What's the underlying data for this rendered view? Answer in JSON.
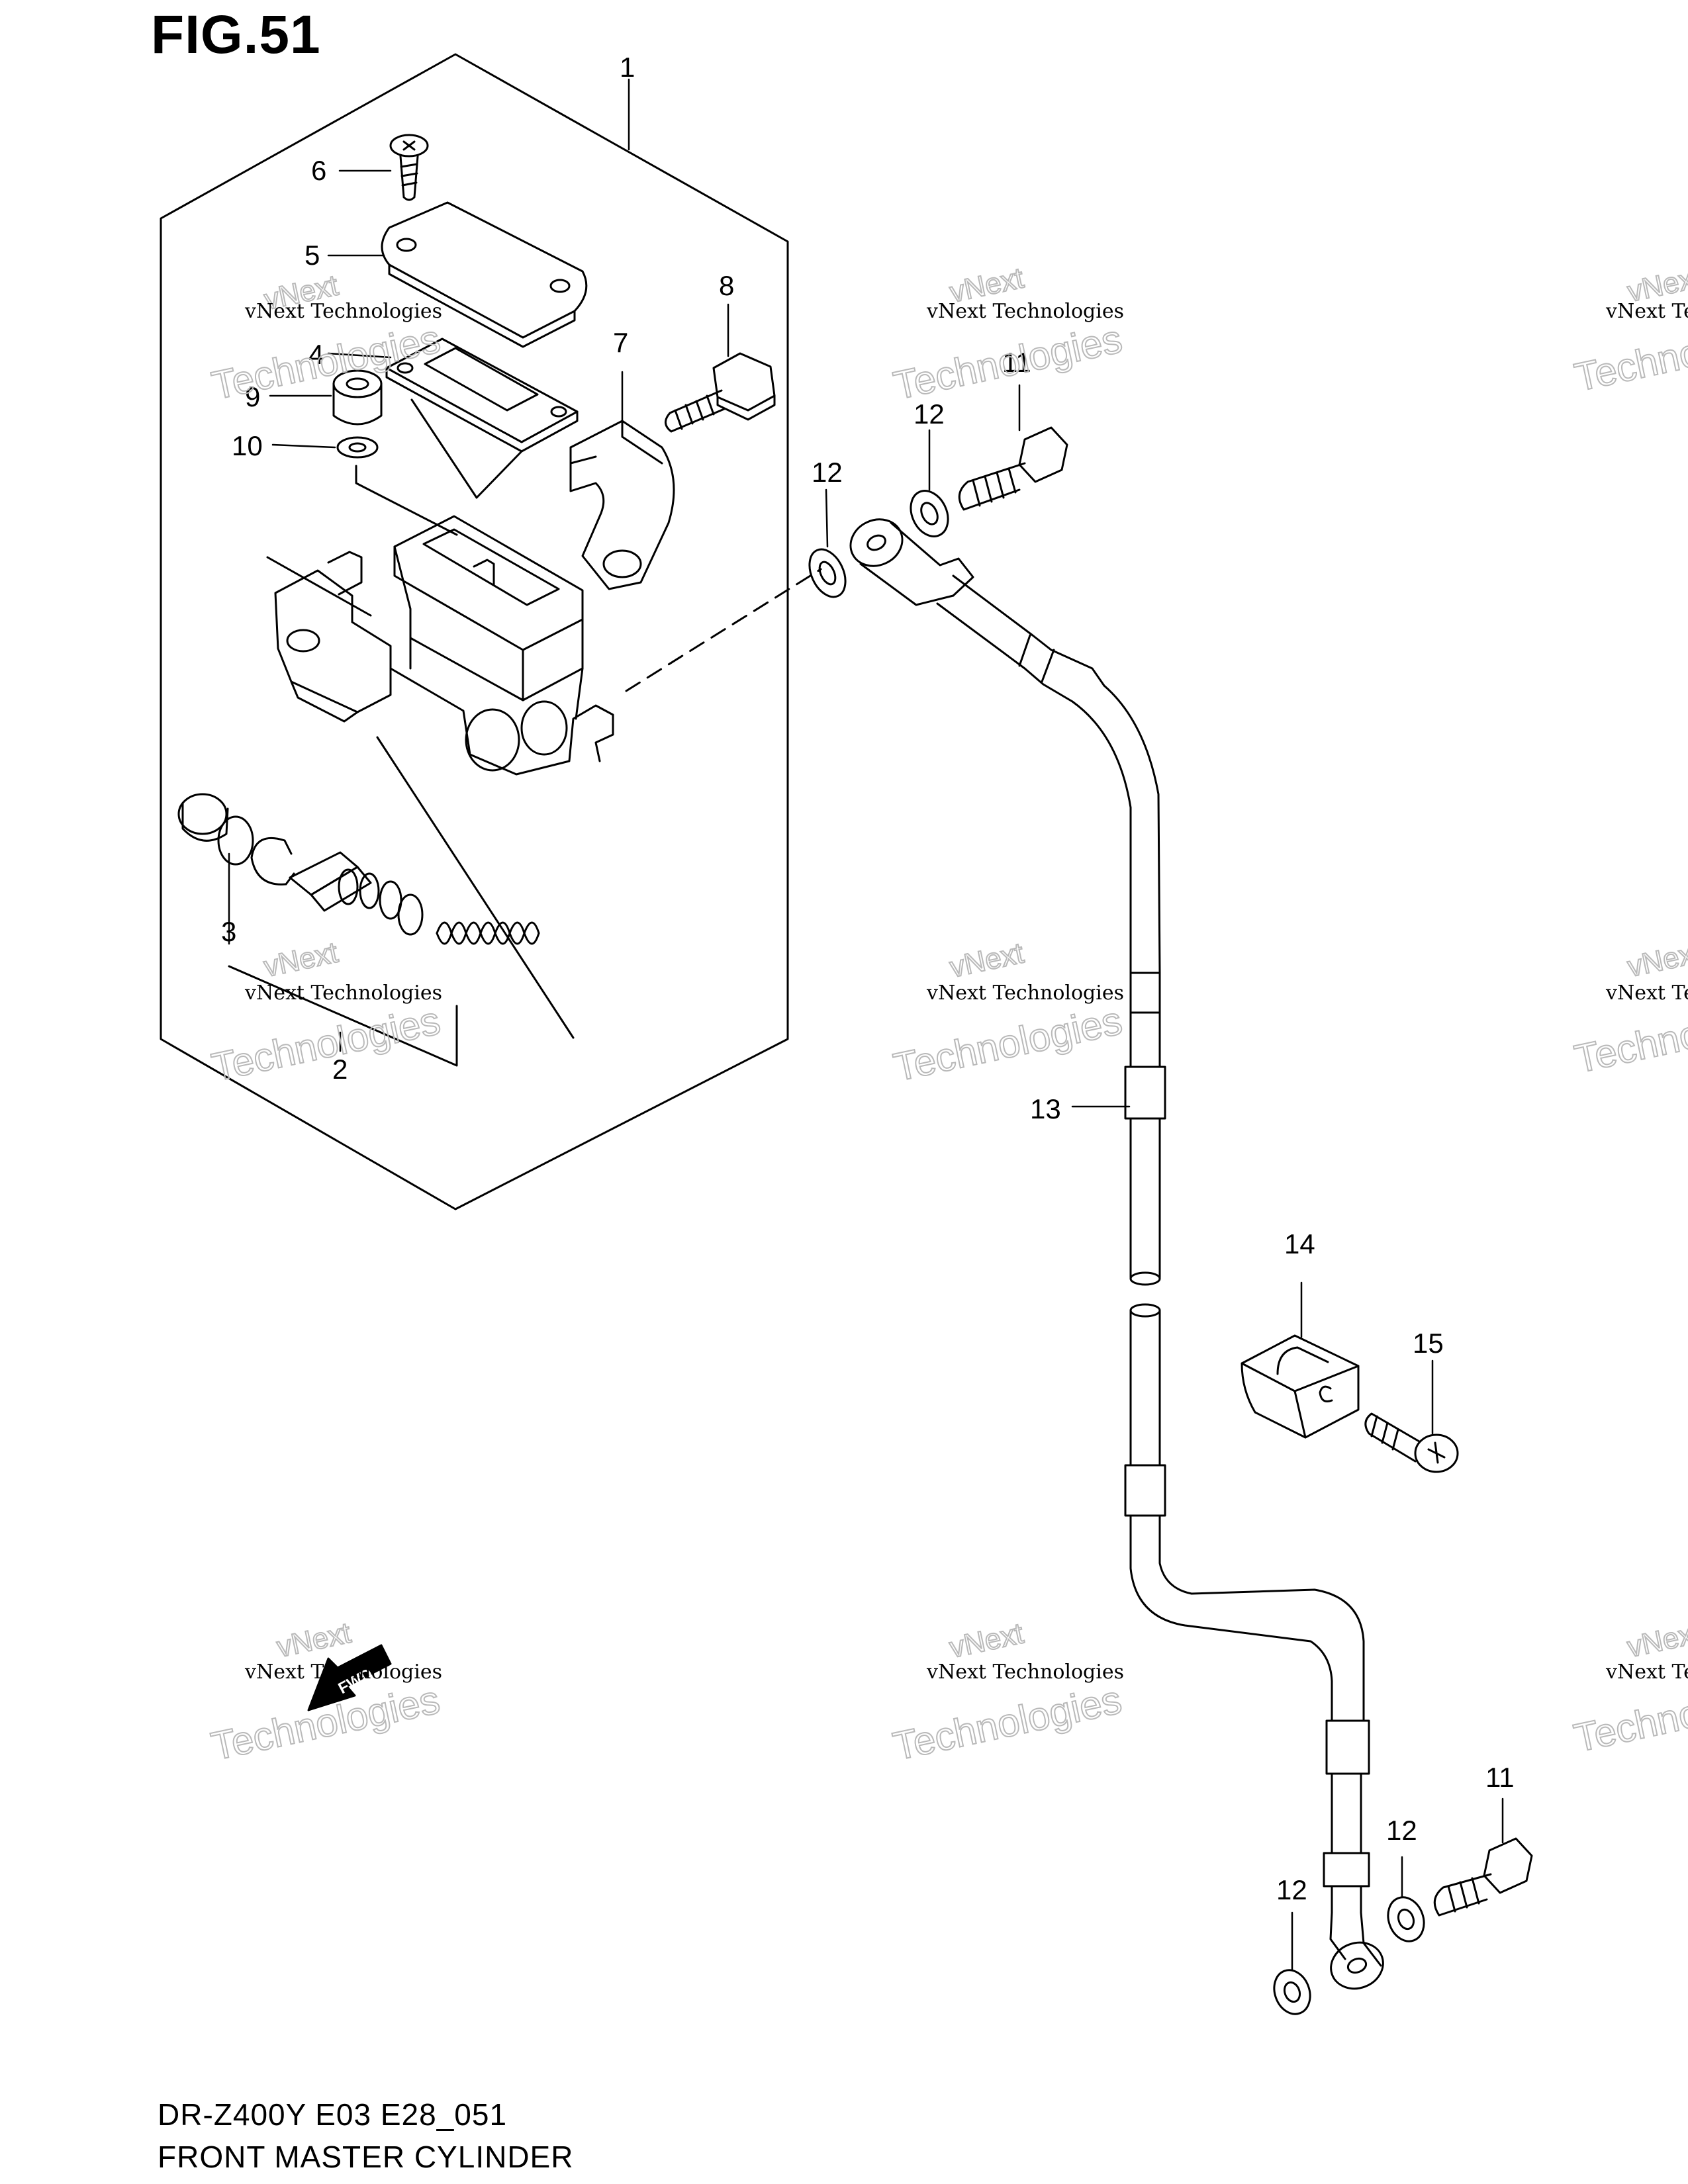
{
  "figure": {
    "title": "FIG.51",
    "model_code": "DR-Z400Y E03 E28_051",
    "name": "FRONT MASTER CYLINDER"
  },
  "callouts": [
    {
      "id": "c1",
      "label": "1"
    },
    {
      "id": "c2",
      "label": "2"
    },
    {
      "id": "c3",
      "label": "3"
    },
    {
      "id": "c4",
      "label": "4"
    },
    {
      "id": "c5",
      "label": "5"
    },
    {
      "id": "c6",
      "label": "6"
    },
    {
      "id": "c7",
      "label": "7"
    },
    {
      "id": "c8",
      "label": "8"
    },
    {
      "id": "c9",
      "label": "9"
    },
    {
      "id": "c10",
      "label": "10"
    },
    {
      "id": "c11a",
      "label": "11"
    },
    {
      "id": "c11b",
      "label": "11"
    },
    {
      "id": "c12a",
      "label": "12"
    },
    {
      "id": "c12b",
      "label": "12"
    },
    {
      "id": "c12c",
      "label": "12"
    },
    {
      "id": "c12d",
      "label": "12"
    },
    {
      "id": "c13",
      "label": "13"
    },
    {
      "id": "c14",
      "label": "14"
    },
    {
      "id": "c15",
      "label": "15"
    }
  ],
  "watermark": {
    "line1": "vNext Technologies",
    "line2": "Technologies",
    "line3": "vNext"
  },
  "fwd_mark": "FWD",
  "colors": {
    "ink": "#000000",
    "watermark_outline": "#b9b9b9",
    "background": "#ffffff"
  }
}
